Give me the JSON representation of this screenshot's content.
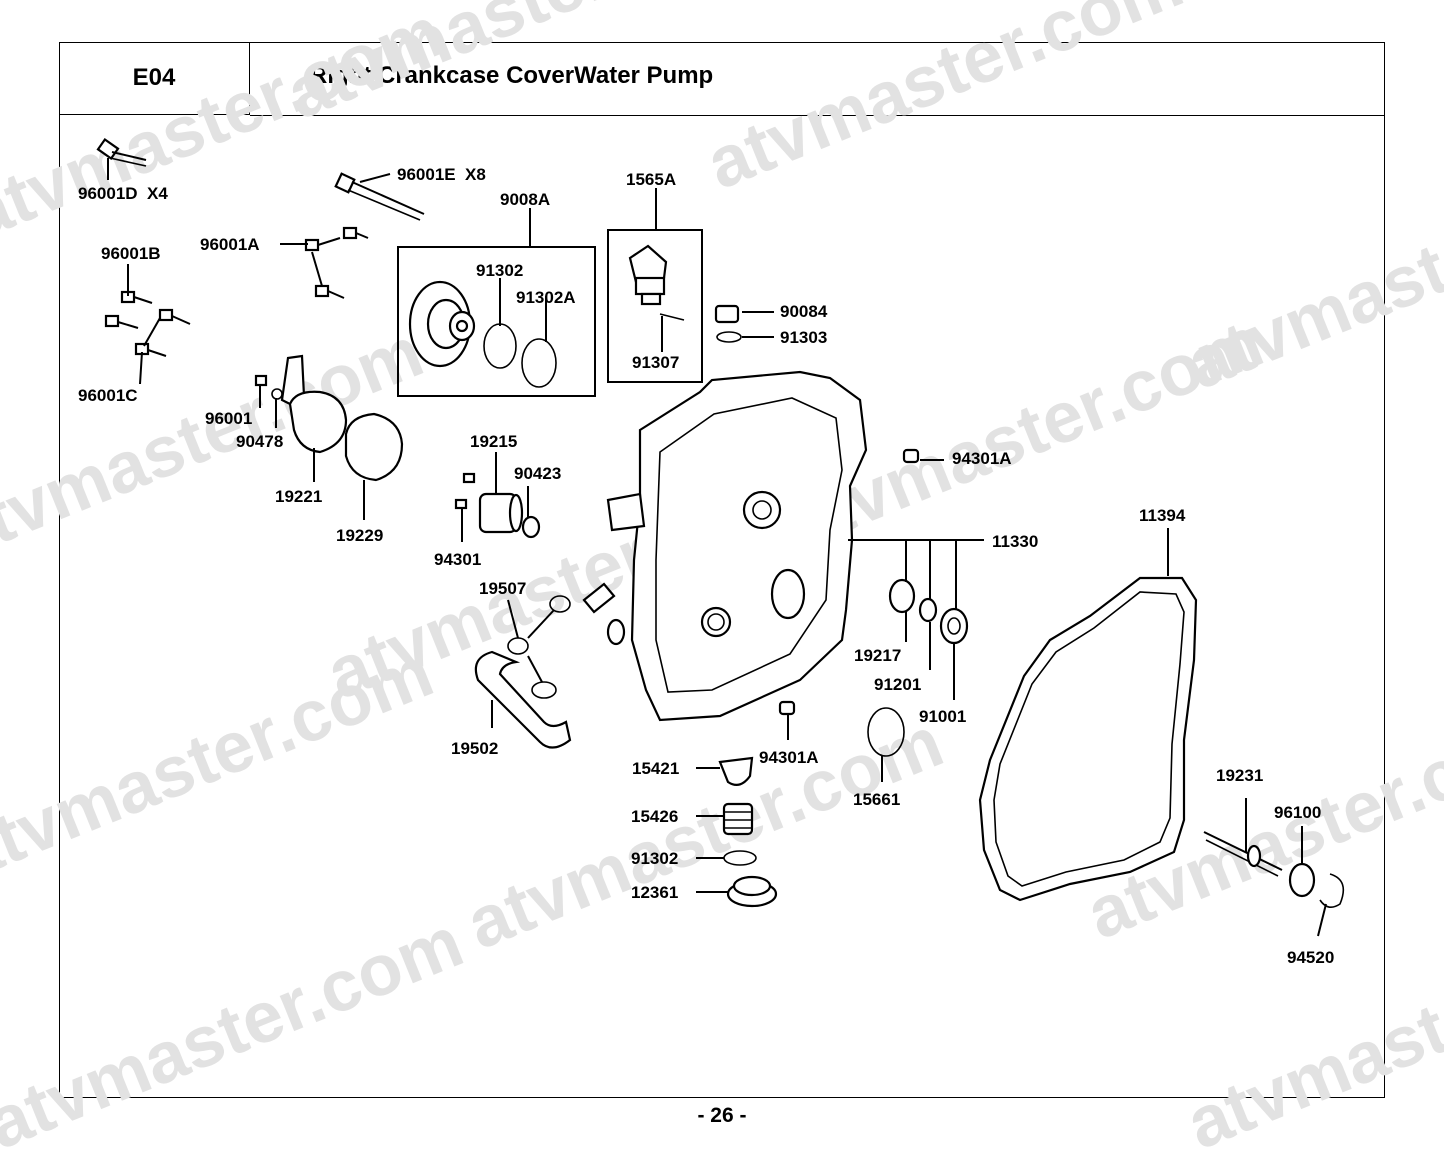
{
  "header": {
    "code": "E04",
    "title": "Right Crankcase CoverWater Pump"
  },
  "footer": {
    "page": "- 26 -"
  },
  "watermark": "atvmaster.com",
  "callouts": [
    {
      "id": "c01",
      "text": "96001D  X4"
    },
    {
      "id": "c02",
      "text": "96001E  X8"
    },
    {
      "id": "c03",
      "text": "9008A"
    },
    {
      "id": "c04",
      "text": "1565A"
    },
    {
      "id": "c05",
      "text": "96001B"
    },
    {
      "id": "c06",
      "text": "96001A"
    },
    {
      "id": "c07",
      "text": "91302"
    },
    {
      "id": "c08",
      "text": "91302A"
    },
    {
      "id": "c09",
      "text": "90084"
    },
    {
      "id": "c10",
      "text": "91303"
    },
    {
      "id": "c11",
      "text": "91307"
    },
    {
      "id": "c12",
      "text": "96001C"
    },
    {
      "id": "c13",
      "text": "96001"
    },
    {
      "id": "c14",
      "text": "90478"
    },
    {
      "id": "c15",
      "text": "19215"
    },
    {
      "id": "c16",
      "text": "94301A"
    },
    {
      "id": "c17",
      "text": "90423"
    },
    {
      "id": "c18",
      "text": "19221"
    },
    {
      "id": "c19",
      "text": "11394"
    },
    {
      "id": "c20",
      "text": "11330"
    },
    {
      "id": "c21",
      "text": "19229"
    },
    {
      "id": "c22",
      "text": "94301"
    },
    {
      "id": "c23",
      "text": "19507"
    },
    {
      "id": "c24",
      "text": "19217"
    },
    {
      "id": "c25",
      "text": "91201"
    },
    {
      "id": "c26",
      "text": "91001"
    },
    {
      "id": "c27",
      "text": "19502"
    },
    {
      "id": "c28",
      "text": "94301A"
    },
    {
      "id": "c29",
      "text": "15421"
    },
    {
      "id": "c30",
      "text": "15661"
    },
    {
      "id": "c31",
      "text": "19231"
    },
    {
      "id": "c32",
      "text": "15426"
    },
    {
      "id": "c33",
      "text": "96100"
    },
    {
      "id": "c34",
      "text": "91302"
    },
    {
      "id": "c35",
      "text": "12361"
    },
    {
      "id": "c36",
      "text": "94520"
    }
  ]
}
